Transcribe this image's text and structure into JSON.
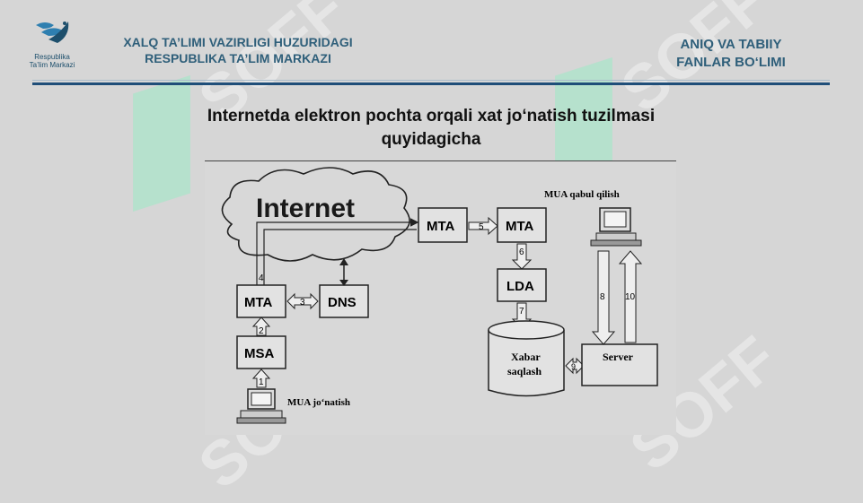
{
  "header": {
    "org_line1": "XALQ TA’LIMI VAZIRLIGI HUZURIDAGI",
    "org_line2": "RESPUBLIKA TA’LIM MARKAZI",
    "dept_line1": "ANIQ VA TABIIY",
    "dept_line2": "FANLAR BO‘LIMI",
    "logo_line1": "Respublika",
    "logo_line2": "Ta’lim Markazi"
  },
  "watermark": "SOFF",
  "title": {
    "line1": "Internetda elektron pochta orqali xat jo‘natish tuzilmasi",
    "line2": "quyidagicha"
  },
  "diagram": {
    "internet": "Internet",
    "mta_left": "MTA",
    "dns": "DNS",
    "msa": "MSA",
    "mta_mid": "MTA",
    "mta_right": "MTA",
    "lda": "LDA",
    "storage_line1": "Xabar",
    "storage_line2": "saqlash",
    "server": "Server",
    "mua_send": "MUA jo‘natish",
    "mua_receive": "MUA qabul qilish",
    "steps": [
      "1",
      "2",
      "3",
      "4",
      "5",
      "6",
      "7",
      "8",
      "9",
      "10"
    ]
  }
}
